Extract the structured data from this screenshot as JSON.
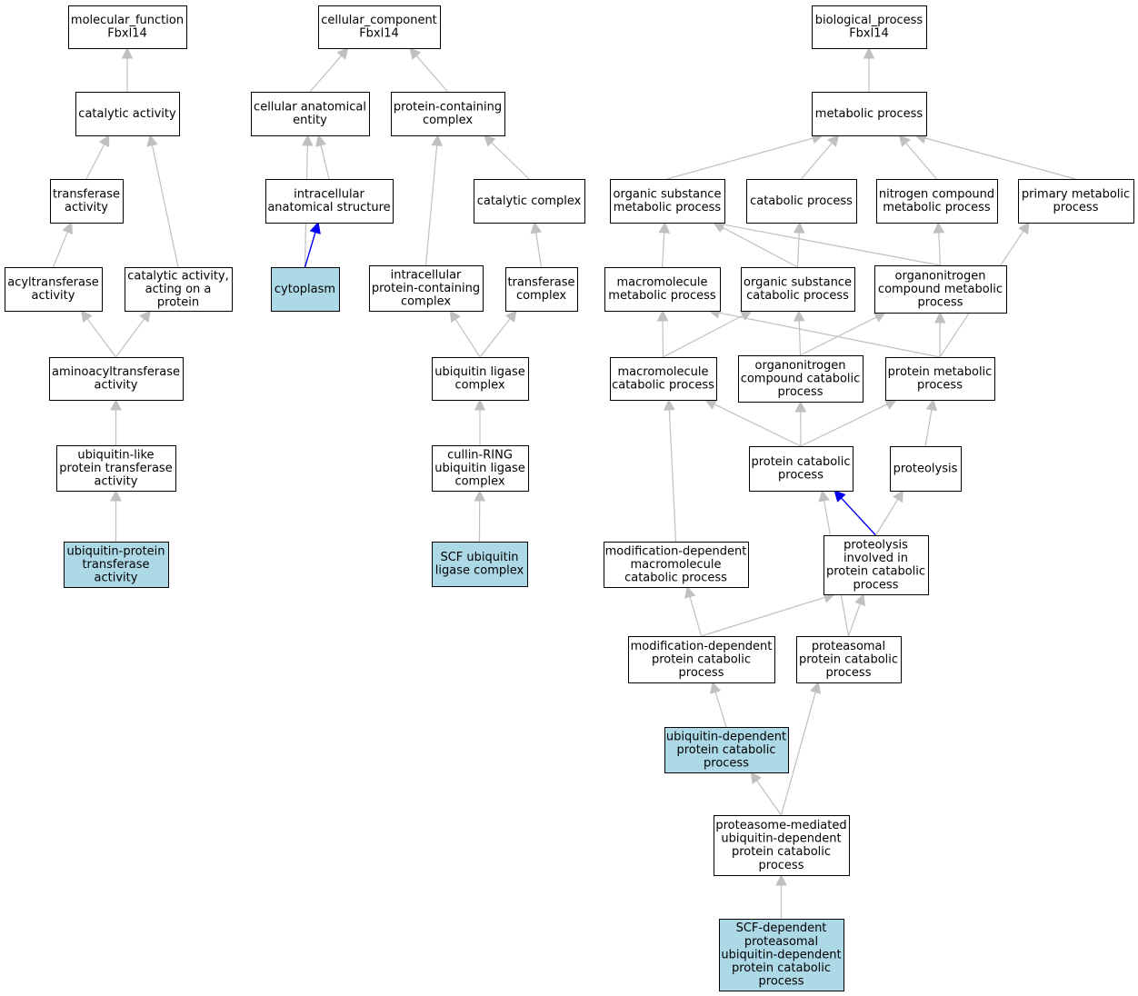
{
  "colors": {
    "edge": "#c0c0c0",
    "highlight_edge": "#0000ee",
    "highlight_fill": "#add8e6",
    "node_fill": "#ffffff",
    "border": "#000000"
  },
  "nodes": [
    {
      "id": "molecular_function",
      "lines": [
        "molecular_function",
        "Fbxl14"
      ],
      "highlight": false
    },
    {
      "id": "catalytic_activity",
      "lines": [
        "catalytic activity"
      ],
      "highlight": false
    },
    {
      "id": "transferase_activity",
      "lines": [
        "transferase",
        "activity"
      ],
      "highlight": false
    },
    {
      "id": "acyltransferase_activity",
      "lines": [
        "acyltransferase",
        "activity"
      ],
      "highlight": false
    },
    {
      "id": "catalytic_activity_protein",
      "lines": [
        "catalytic activity,",
        "acting on a",
        "protein"
      ],
      "highlight": false
    },
    {
      "id": "aminoacyltransferase_activity",
      "lines": [
        "aminoacyltransferase",
        "activity"
      ],
      "highlight": false
    },
    {
      "id": "ubiquitin_like_transferase",
      "lines": [
        "ubiquitin-like",
        "protein transferase",
        "activity"
      ],
      "highlight": false
    },
    {
      "id": "ubiquitin_protein_transferase",
      "lines": [
        "ubiquitin-protein",
        "transferase",
        "activity"
      ],
      "highlight": true
    },
    {
      "id": "cellular_component",
      "lines": [
        "cellular_component",
        "Fbxl14"
      ],
      "highlight": false
    },
    {
      "id": "cellular_anatomical_entity",
      "lines": [
        "cellular anatomical",
        "entity"
      ],
      "highlight": false
    },
    {
      "id": "protein_containing_complex",
      "lines": [
        "protein-containing",
        "complex"
      ],
      "highlight": false
    },
    {
      "id": "intracellular_anatomical_structure",
      "lines": [
        "intracellular",
        "anatomical structure"
      ],
      "highlight": false
    },
    {
      "id": "catalytic_complex",
      "lines": [
        "catalytic complex"
      ],
      "highlight": false
    },
    {
      "id": "cytoplasm",
      "lines": [
        "cytoplasm"
      ],
      "highlight": true
    },
    {
      "id": "intracellular_protein_containing_complex",
      "lines": [
        "intracellular",
        "protein-containing",
        "complex"
      ],
      "highlight": false
    },
    {
      "id": "transferase_complex",
      "lines": [
        "transferase",
        "complex"
      ],
      "highlight": false
    },
    {
      "id": "ubiquitin_ligase_complex",
      "lines": [
        "ubiquitin ligase",
        "complex"
      ],
      "highlight": false
    },
    {
      "id": "cullin_ring",
      "lines": [
        "cullin-RING",
        "ubiquitin ligase",
        "complex"
      ],
      "highlight": false
    },
    {
      "id": "scf_ubiquitin_ligase",
      "lines": [
        "SCF ubiquitin",
        "ligase complex"
      ],
      "highlight": true
    },
    {
      "id": "biological_process",
      "lines": [
        "biological_process",
        "Fbxl14"
      ],
      "highlight": false
    },
    {
      "id": "metabolic_process",
      "lines": [
        "metabolic process"
      ],
      "highlight": false
    },
    {
      "id": "organic_substance_metabolic",
      "lines": [
        "organic substance",
        "metabolic process"
      ],
      "highlight": false
    },
    {
      "id": "catabolic_process",
      "lines": [
        "catabolic process"
      ],
      "highlight": false
    },
    {
      "id": "nitrogen_compound_metabolic",
      "lines": [
        "nitrogen compound",
        "metabolic process"
      ],
      "highlight": false
    },
    {
      "id": "primary_metabolic",
      "lines": [
        "primary metabolic",
        "process"
      ],
      "highlight": false
    },
    {
      "id": "macromolecule_metabolic",
      "lines": [
        "macromolecule",
        "metabolic process"
      ],
      "highlight": false
    },
    {
      "id": "organic_substance_catabolic",
      "lines": [
        "organic substance",
        "catabolic process"
      ],
      "highlight": false
    },
    {
      "id": "organonitrogen_metabolic",
      "lines": [
        "organonitrogen",
        "compound metabolic",
        "process"
      ],
      "highlight": false
    },
    {
      "id": "macromolecule_catabolic",
      "lines": [
        "macromolecule",
        "catabolic process"
      ],
      "highlight": false
    },
    {
      "id": "organonitrogen_catabolic",
      "lines": [
        "organonitrogen",
        "compound catabolic",
        "process"
      ],
      "highlight": false
    },
    {
      "id": "protein_metabolic",
      "lines": [
        "protein metabolic",
        "process"
      ],
      "highlight": false
    },
    {
      "id": "protein_catabolic",
      "lines": [
        "protein catabolic",
        "process"
      ],
      "highlight": false
    },
    {
      "id": "proteolysis",
      "lines": [
        "proteolysis"
      ],
      "highlight": false
    },
    {
      "id": "modification_dependent_macromolecule",
      "lines": [
        "modification-dependent",
        "macromolecule",
        "catabolic process"
      ],
      "highlight": false
    },
    {
      "id": "proteolysis_involved",
      "lines": [
        "proteolysis",
        "involved in",
        "protein catabolic",
        "process"
      ],
      "highlight": false
    },
    {
      "id": "modification_dependent_protein",
      "lines": [
        "modification-dependent",
        "protein catabolic",
        "process"
      ],
      "highlight": false
    },
    {
      "id": "proteasomal_protein_catabolic",
      "lines": [
        "proteasomal",
        "protein catabolic",
        "process"
      ],
      "highlight": false
    },
    {
      "id": "ubiquitin_dependent_catabolic",
      "lines": [
        "ubiquitin-dependent",
        "protein catabolic",
        "process"
      ],
      "highlight": true
    },
    {
      "id": "proteasome_mediated",
      "lines": [
        "proteasome-mediated",
        "ubiquitin-dependent",
        "protein catabolic",
        "process"
      ],
      "highlight": false
    },
    {
      "id": "scf_dependent",
      "lines": [
        "SCF-dependent",
        "proteasomal",
        "ubiquitin-dependent",
        "protein catabolic",
        "process"
      ],
      "highlight": true
    }
  ],
  "edges": [
    {
      "from": "catalytic_activity",
      "to": "molecular_function",
      "highlight": false
    },
    {
      "from": "transferase_activity",
      "to": "catalytic_activity",
      "highlight": false
    },
    {
      "from": "catalytic_activity_protein",
      "to": "catalytic_activity",
      "highlight": false
    },
    {
      "from": "acyltransferase_activity",
      "to": "transferase_activity",
      "highlight": false
    },
    {
      "from": "aminoacyltransferase_activity",
      "to": "acyltransferase_activity",
      "highlight": false
    },
    {
      "from": "aminoacyltransferase_activity",
      "to": "catalytic_activity_protein",
      "highlight": false
    },
    {
      "from": "ubiquitin_like_transferase",
      "to": "aminoacyltransferase_activity",
      "highlight": false
    },
    {
      "from": "ubiquitin_protein_transferase",
      "to": "ubiquitin_like_transferase",
      "highlight": false
    },
    {
      "from": "cellular_anatomical_entity",
      "to": "cellular_component",
      "highlight": false
    },
    {
      "from": "protein_containing_complex",
      "to": "cellular_component",
      "highlight": false
    },
    {
      "from": "intracellular_anatomical_structure",
      "to": "cellular_anatomical_entity",
      "highlight": false
    },
    {
      "from": "cytoplasm",
      "to": "cellular_anatomical_entity",
      "highlight": false
    },
    {
      "from": "cytoplasm",
      "to": "intracellular_anatomical_structure",
      "highlight": true
    },
    {
      "from": "catalytic_complex",
      "to": "protein_containing_complex",
      "highlight": false
    },
    {
      "from": "intracellular_protein_containing_complex",
      "to": "protein_containing_complex",
      "highlight": false
    },
    {
      "from": "transferase_complex",
      "to": "catalytic_complex",
      "highlight": false
    },
    {
      "from": "ubiquitin_ligase_complex",
      "to": "intracellular_protein_containing_complex",
      "highlight": false
    },
    {
      "from": "ubiquitin_ligase_complex",
      "to": "transferase_complex",
      "highlight": false
    },
    {
      "from": "cullin_ring",
      "to": "ubiquitin_ligase_complex",
      "highlight": false
    },
    {
      "from": "scf_ubiquitin_ligase",
      "to": "cullin_ring",
      "highlight": false
    },
    {
      "from": "metabolic_process",
      "to": "biological_process",
      "highlight": false
    },
    {
      "from": "organic_substance_metabolic",
      "to": "metabolic_process",
      "highlight": false
    },
    {
      "from": "catabolic_process",
      "to": "metabolic_process",
      "highlight": false
    },
    {
      "from": "nitrogen_compound_metabolic",
      "to": "metabolic_process",
      "highlight": false
    },
    {
      "from": "primary_metabolic",
      "to": "metabolic_process",
      "highlight": false
    },
    {
      "from": "macromolecule_metabolic",
      "to": "organic_substance_metabolic",
      "highlight": false
    },
    {
      "from": "organic_substance_catabolic",
      "to": "organic_substance_metabolic",
      "highlight": false
    },
    {
      "from": "organic_substance_catabolic",
      "to": "catabolic_process",
      "highlight": false
    },
    {
      "from": "organonitrogen_metabolic",
      "to": "organic_substance_metabolic",
      "highlight": false
    },
    {
      "from": "organonitrogen_metabolic",
      "to": "nitrogen_compound_metabolic",
      "highlight": false
    },
    {
      "from": "macromolecule_catabolic",
      "to": "macromolecule_metabolic",
      "highlight": false
    },
    {
      "from": "macromolecule_catabolic",
      "to": "organic_substance_catabolic",
      "highlight": false
    },
    {
      "from": "organonitrogen_catabolic",
      "to": "organic_substance_catabolic",
      "highlight": false
    },
    {
      "from": "organonitrogen_catabolic",
      "to": "organonitrogen_metabolic",
      "highlight": false
    },
    {
      "from": "protein_metabolic",
      "to": "macromolecule_metabolic",
      "highlight": false
    },
    {
      "from": "protein_metabolic",
      "to": "organonitrogen_metabolic",
      "highlight": false
    },
    {
      "from": "protein_metabolic",
      "to": "primary_metabolic",
      "highlight": false
    },
    {
      "from": "protein_catabolic",
      "to": "macromolecule_catabolic",
      "highlight": false
    },
    {
      "from": "protein_catabolic",
      "to": "organonitrogen_catabolic",
      "highlight": false
    },
    {
      "from": "protein_catabolic",
      "to": "protein_metabolic",
      "highlight": false
    },
    {
      "from": "proteolysis",
      "to": "protein_metabolic",
      "highlight": false
    },
    {
      "from": "modification_dependent_macromolecule",
      "to": "macromolecule_catabolic",
      "highlight": false
    },
    {
      "from": "proteolysis_involved",
      "to": "protein_catabolic",
      "highlight": true
    },
    {
      "from": "proteolysis_involved",
      "to": "proteolysis",
      "highlight": false
    },
    {
      "from": "modification_dependent_protein",
      "to": "modification_dependent_macromolecule",
      "highlight": false
    },
    {
      "from": "modification_dependent_protein",
      "to": "proteolysis_involved",
      "highlight": false
    },
    {
      "from": "proteasomal_protein_catabolic",
      "to": "protein_catabolic",
      "highlight": false
    },
    {
      "from": "proteasomal_protein_catabolic",
      "to": "proteolysis_involved",
      "highlight": false
    },
    {
      "from": "ubiquitin_dependent_catabolic",
      "to": "modification_dependent_protein",
      "highlight": false
    },
    {
      "from": "proteasome_mediated",
      "to": "ubiquitin_dependent_catabolic",
      "highlight": false
    },
    {
      "from": "proteasome_mediated",
      "to": "proteasomal_protein_catabolic",
      "highlight": false
    },
    {
      "from": "scf_dependent",
      "to": "proteasome_mediated",
      "highlight": false
    }
  ]
}
